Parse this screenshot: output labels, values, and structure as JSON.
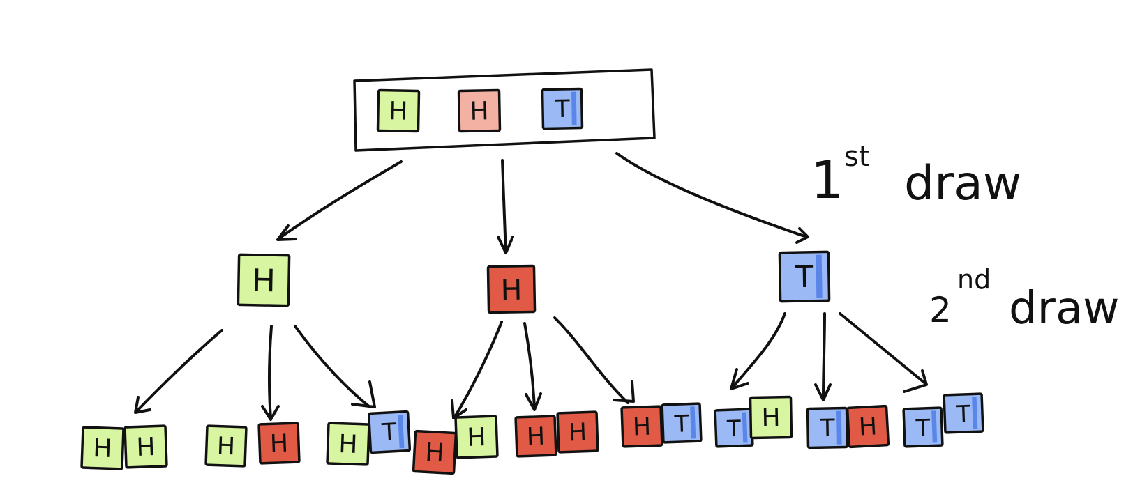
{
  "colors": {
    "green": "#d8f5a2",
    "pink": "#f3b1a4",
    "red": "#e05a45",
    "blue": "#9ab9f5",
    "blue_shade": "#4f7de8",
    "ink": "#111111"
  },
  "urn": {
    "tiles": [
      {
        "letter": "H",
        "color": "green"
      },
      {
        "letter": "H",
        "color": "pink"
      },
      {
        "letter": "T",
        "color": "blue"
      }
    ]
  },
  "first_draw": {
    "label_number": "1",
    "label_suffix": "st",
    "label_word": "draw",
    "tiles": [
      {
        "letter": "H",
        "color": "green"
      },
      {
        "letter": "H",
        "color": "red"
      },
      {
        "letter": "T",
        "color": "blue"
      }
    ]
  },
  "second_draw": {
    "label_number": "2",
    "label_suffix": "nd",
    "label_word": "draw",
    "pairs": [
      [
        {
          "letter": "H",
          "color": "green"
        },
        {
          "letter": "H",
          "color": "green"
        }
      ],
      [
        {
          "letter": "H",
          "color": "green"
        },
        {
          "letter": "H",
          "color": "red"
        }
      ],
      [
        {
          "letter": "H",
          "color": "green"
        },
        {
          "letter": "T",
          "color": "blue"
        }
      ],
      [
        {
          "letter": "H",
          "color": "red"
        },
        {
          "letter": "H",
          "color": "green"
        }
      ],
      [
        {
          "letter": "H",
          "color": "red"
        },
        {
          "letter": "H",
          "color": "red"
        }
      ],
      [
        {
          "letter": "H",
          "color": "red"
        },
        {
          "letter": "T",
          "color": "blue"
        }
      ],
      [
        {
          "letter": "T",
          "color": "blue"
        },
        {
          "letter": "H",
          "color": "green"
        }
      ],
      [
        {
          "letter": "T",
          "color": "blue"
        },
        {
          "letter": "H",
          "color": "red"
        }
      ],
      [
        {
          "letter": "T",
          "color": "blue"
        },
        {
          "letter": "T",
          "color": "blue"
        }
      ]
    ]
  }
}
